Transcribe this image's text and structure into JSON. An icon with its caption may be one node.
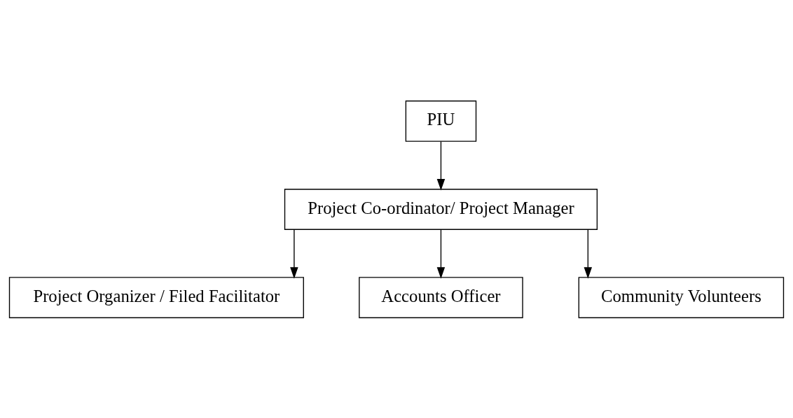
{
  "diagram": {
    "nodes": [
      {
        "text": [
          "PIU"
        ]
      },
      {
        "text": [
          "Project Co-ordinator/ Project Manager"
        ]
      },
      {
        "text": [
          "Project Organizer / Filed Facilitator"
        ]
      },
      {
        "text": [
          "Accounts Officer"
        ]
      },
      {
        "text": [
          "Community Volunteers"
        ]
      }
    ],
    "edges": [
      {
        "from": 0,
        "to": 1,
        "arrow": "to"
      },
      {
        "from": 1,
        "to": 2,
        "arrow": "to"
      },
      {
        "from": 1,
        "to": 3,
        "arrow": "to"
      },
      {
        "from": 1,
        "to": 4,
        "arrow": "to"
      }
    ]
  }
}
